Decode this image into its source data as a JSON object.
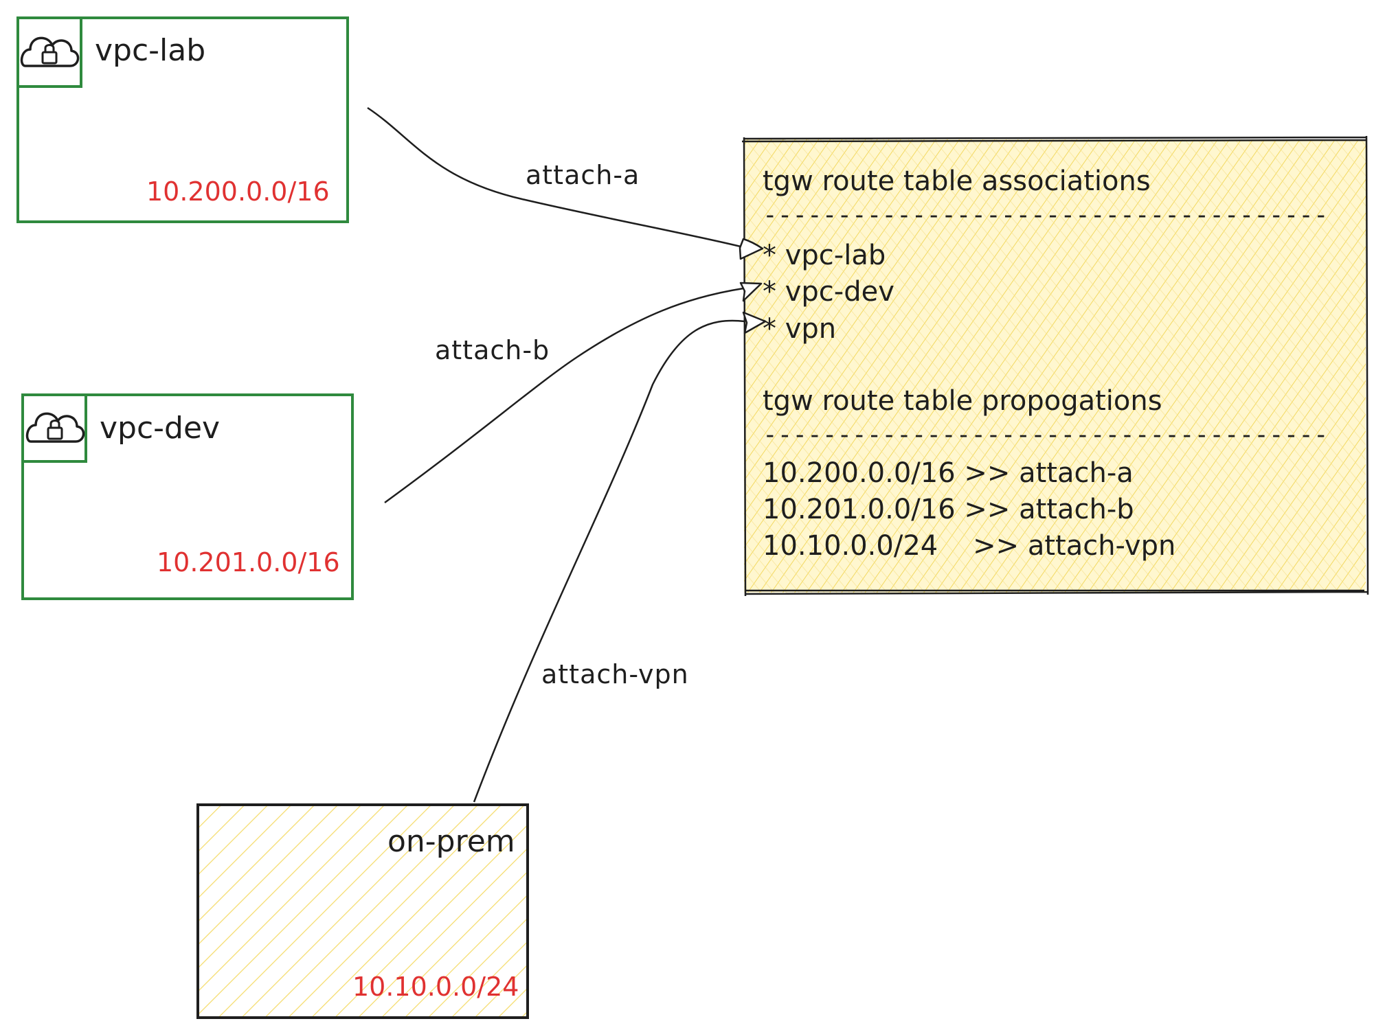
{
  "nodes": {
    "vpc_lab": {
      "title": "vpc-lab",
      "cidr": "10.200.0.0/16",
      "icon": "cloud-lock-icon"
    },
    "vpc_dev": {
      "title": "vpc-dev",
      "cidr": "10.201.0.0/16",
      "icon": "cloud-lock-icon"
    },
    "on_prem": {
      "title": "on-prem",
      "cidr": "10.10.0.0/24"
    }
  },
  "edges": {
    "attach_a": "attach-a",
    "attach_b": "attach-b",
    "attach_vpn": "attach-vpn"
  },
  "note": {
    "associations_heading": "tgw route table associations",
    "associations_rule": "--------------------------------------",
    "associations": [
      "* vpc-lab",
      "* vpc-dev",
      "* vpn"
    ],
    "propagations_heading": "tgw route table propogations",
    "propagations_rule": "--------------------------------------",
    "propagations": [
      "10.200.0.0/16 >> attach-a",
      "10.201.0.0/16 >> attach-b",
      "10.10.0.0/24    >> attach-vpn"
    ]
  },
  "colors": {
    "vpc_border": "#2f8a3e",
    "cidr_text": "#e03131",
    "note_fill": "#fff3bf",
    "note_hatch": "#f5dc6b",
    "stroke": "#1e1e1e"
  }
}
